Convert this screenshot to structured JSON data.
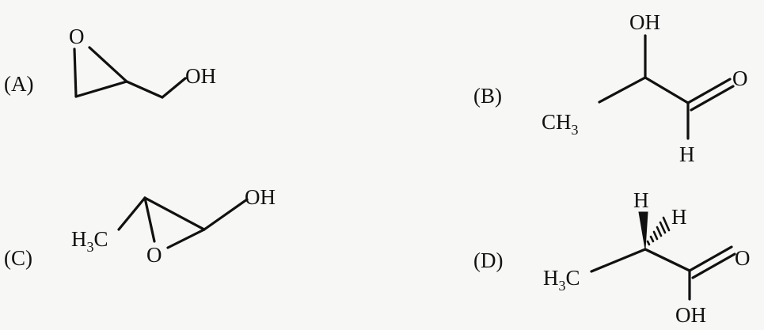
{
  "options": [
    {
      "label": "(A)",
      "atoms": {
        "o": "O",
        "oh": "OH"
      }
    },
    {
      "label": "(B)",
      "atoms": {
        "oh": "OH",
        "o": "O",
        "ch3": "CH",
        "ch3_sub": "3",
        "h": "H"
      }
    },
    {
      "label": "(C)",
      "atoms": {
        "oh": "OH",
        "h3c_h": "H",
        "h3c_sub": "3",
        "h3c_c": "C",
        "o": "O"
      }
    },
    {
      "label": "(D)",
      "atoms": {
        "h_up": "H",
        "h_wedge": "H",
        "h3c_h": "H",
        "h3c_sub": "3",
        "h3c_c": "C",
        "o": "O",
        "oh": "OH"
      }
    }
  ],
  "colors": {
    "ink": "#111111",
    "paper": "#f7f7f5"
  }
}
